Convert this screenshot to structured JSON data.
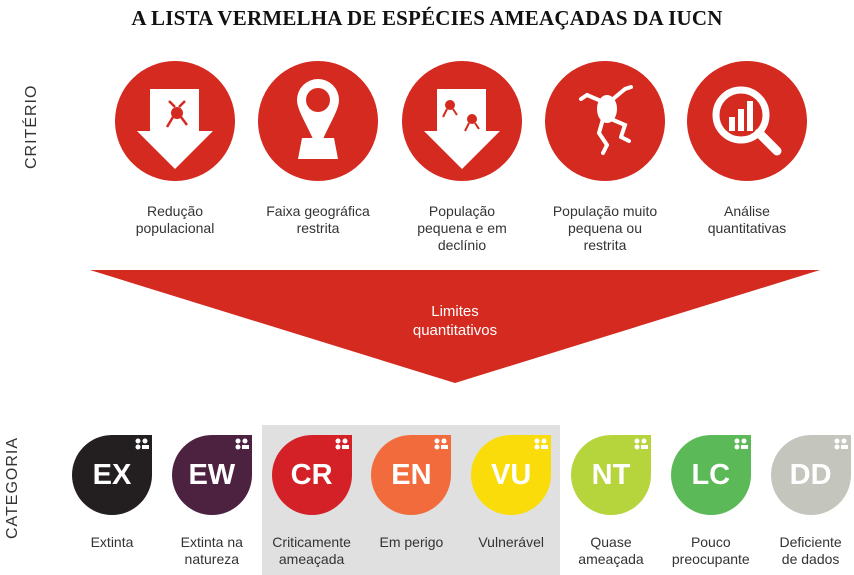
{
  "title": "A LISTA VERMELHA DE ESPÉCIES AMEAÇADAS DA IUCN",
  "criteria_heading": "CRITÉRIO",
  "category_heading": "CATEGORIA",
  "criteria": [
    {
      "icon": "population-decline-icon",
      "label1": "Redução",
      "label2": "populacional",
      "label3": ""
    },
    {
      "icon": "map-pin-icon",
      "label1": "Faixa geográfica",
      "label2": "restrita",
      "label3": ""
    },
    {
      "icon": "small-population-decline-icon",
      "label1": "População",
      "label2": "pequena e em",
      "label3": "declínio"
    },
    {
      "icon": "frog-icon",
      "label1": "População muito",
      "label2": "pequena ou",
      "label3": "restrita"
    },
    {
      "icon": "analysis-magnifier-icon",
      "label1": "Análise",
      "label2": "quantitativas",
      "label3": ""
    }
  ],
  "limits": {
    "line1": "Limites",
    "line2": "quantitativos"
  },
  "categories": [
    {
      "code": "EX",
      "label1": "Extinta",
      "label2": "",
      "color": "#231f20"
    },
    {
      "code": "EW",
      "label1": "Extinta na",
      "label2": "natureza",
      "color": "#4d2140"
    },
    {
      "code": "CR",
      "label1": "Criticamente",
      "label2": "ameaçada",
      "color": "#d42027"
    },
    {
      "code": "EN",
      "label1": "Em perigo",
      "label2": "",
      "color": "#f26b3d"
    },
    {
      "code": "VU",
      "label1": "Vulnerável",
      "label2": "",
      "color": "#f9dc0a"
    },
    {
      "code": "NT",
      "label1": "Quase",
      "label2": "ameaçada",
      "color": "#b6d43c"
    },
    {
      "code": "LC",
      "label1": "Pouco",
      "label2": "preocupante",
      "color": "#5cb957"
    },
    {
      "code": "DD",
      "label1": "Deficiente",
      "label2": "de dados",
      "color": "#c4c5bd"
    }
  ],
  "colors": {
    "accent": "#d42a20",
    "highlight_box": "#e0e0e0"
  }
}
